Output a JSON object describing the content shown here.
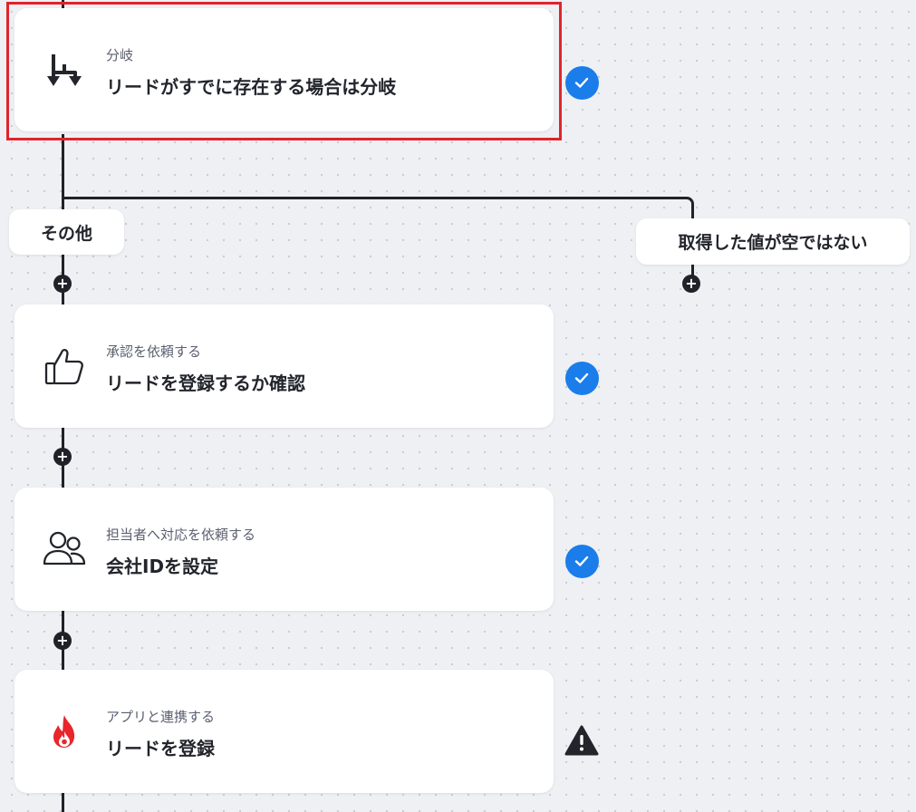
{
  "steps": [
    {
      "subtitle": "分岐",
      "title": "リードがすでに存在する場合は分岐",
      "icon": "branch-icon",
      "status": "completed",
      "selected": true
    },
    {
      "subtitle": "承認を依頼する",
      "title": "リードを登録するか確認",
      "icon": "thumbs-up-icon",
      "status": "completed"
    },
    {
      "subtitle": "担当者へ対応を依頼する",
      "title": "会社IDを設定",
      "icon": "users-icon",
      "status": "completed"
    },
    {
      "subtitle": "アプリと連携する",
      "title": "リードを登録",
      "icon": "flame-app-icon",
      "status": "warning"
    }
  ],
  "branches": {
    "left_label": "その他",
    "right_label": "取得した値が空ではない"
  },
  "add_step_symbol": "+",
  "colors": {
    "check": "#1a7dea",
    "selection_border": "#e0242b",
    "connector": "#1f2228",
    "app_icon": "#e8262c"
  }
}
